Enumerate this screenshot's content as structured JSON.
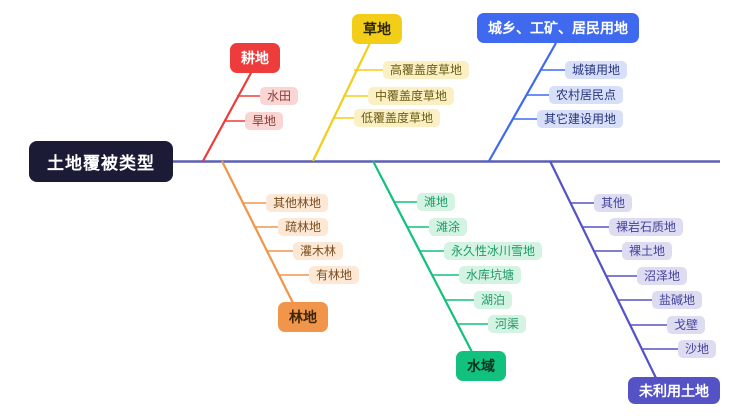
{
  "title": "土地覆被类型",
  "colors": {
    "spine": "#5b60b5",
    "root_bg": "#1b1b36",
    "cultivated": "#ee3b3b",
    "grassland": "#f2ce19",
    "urban": "#3f6af0",
    "forest": "#f0954a",
    "water": "#12c17d",
    "unused": "#5552c5"
  },
  "branches": [
    {
      "label": "耕地",
      "color": "#ee3b3b",
      "side": "top",
      "children": [
        "水田",
        "旱地"
      ]
    },
    {
      "label": "草地",
      "color": "#f2ce19",
      "side": "top",
      "children": [
        "高覆盖度草地",
        "中覆盖度草地",
        "低覆盖度草地"
      ]
    },
    {
      "label": "城乡、工矿、居民用地",
      "color": "#3f6af0",
      "side": "top",
      "children": [
        "城镇用地",
        "农村居民点",
        "其它建设用地"
      ]
    },
    {
      "label": "林地",
      "color": "#f0954a",
      "side": "bottom",
      "children": [
        "其他林地",
        "疏林地",
        "灌木林",
        "有林地"
      ]
    },
    {
      "label": "水域",
      "color": "#12c17d",
      "side": "bottom",
      "children": [
        "滩地",
        "滩涂",
        "永久性冰川雪地",
        "水库坑塘",
        "湖泊",
        "河渠"
      ]
    },
    {
      "label": "未利用土地",
      "color": "#5552c5",
      "side": "bottom",
      "children": [
        "其他",
        "裸岩石质地",
        "裸土地",
        "沼泽地",
        "盐碱地",
        "戈壁",
        "沙地"
      ]
    }
  ]
}
